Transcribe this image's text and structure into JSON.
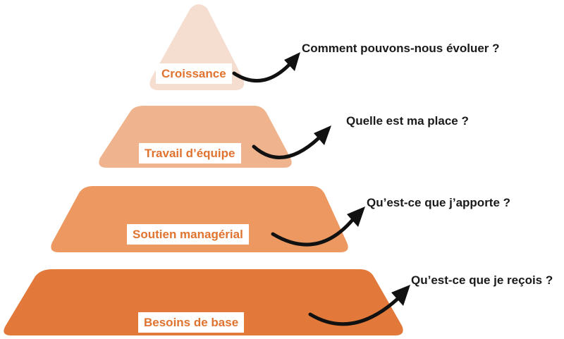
{
  "pyramid": {
    "levels": [
      {
        "label": "Croissance",
        "question": "Comment pouvons-nous évoluer ?",
        "color": "#f5ddd0"
      },
      {
        "label": "Travail d’équipe",
        "question": "Quelle est ma place ?",
        "color": "#efb48d"
      },
      {
        "label": "Soutien managérial",
        "question": "Qu’est-ce que j’apporte ?",
        "color": "#ec9860"
      },
      {
        "label": "Besoins de base",
        "question": "Qu’est-ce que je reçois ?",
        "color": "#e2793a"
      }
    ],
    "label_color": "#e0732f",
    "arrow_color": "#111111",
    "arrow_icon": "curved-arrow-icon"
  }
}
